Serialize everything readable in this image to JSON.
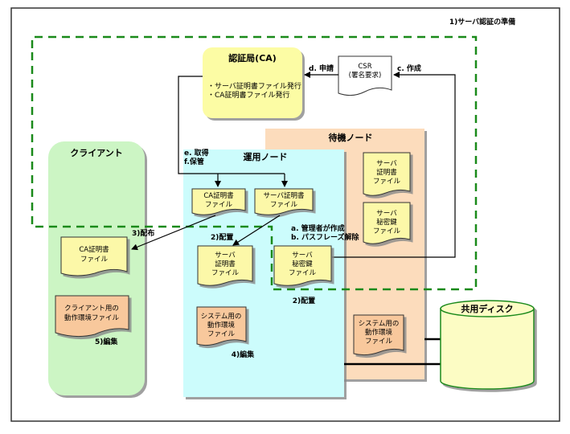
{
  "diagram": {
    "section_title": "1)サーバ認証の準備",
    "colors": {
      "dashed_border": "#1a8a1a",
      "client_bg": "#ccf5c4",
      "active_node_bg": "#ccfcfc",
      "standby_node_bg": "#fcdcbc",
      "doc_yellow": "#fcf8a8",
      "doc_orange": "#f8c89c",
      "ca_box_bg": "#fcfca4",
      "disk_bg": "#fcfcc4",
      "disk_border": "#1a8a1a"
    },
    "ca": {
      "title": "認証局(CA)",
      "lines": [
        "・サーバ証明書ファイル発行",
        "・CA証明書ファイル発行"
      ]
    },
    "csr": {
      "lines": [
        "CSR",
        "(署名要求)"
      ]
    },
    "steps": {
      "d": "d. 申請",
      "c": "c. 作成",
      "e": "e. 取得",
      "f": "f.保管",
      "a": "a. 管理者が作成",
      "b": "b. パスフレーズ解除",
      "distribute": "3)配布",
      "deploy_1": "2)配置",
      "deploy_2": "2)配置",
      "edit_4": "4)編集",
      "edit_5": "5)編集"
    },
    "client": {
      "title": "クライアント",
      "ca_cert": [
        "CA証明書",
        "ファイル"
      ],
      "env_file": [
        "クライアント用の",
        "動作環境ファイル"
      ]
    },
    "active_node": {
      "title": "運用ノード",
      "ca_cert": [
        "CA証明書",
        "ファイル"
      ],
      "server_cert_top": [
        "サーバ証明書",
        "ファイル"
      ],
      "server_cert": [
        "サーバ",
        "証明書",
        "ファイル"
      ],
      "server_key": [
        "サーバ",
        "秘密鍵",
        "ファイル"
      ],
      "env_file": [
        "システム用の",
        "動作環境",
        "ファイル"
      ]
    },
    "standby_node": {
      "title": "待機ノード",
      "server_cert": [
        "サーバ",
        "証明書",
        "ファイル"
      ],
      "server_key": [
        "サーバ",
        "秘密鍵",
        "ファイル"
      ],
      "env_file": [
        "システム用の",
        "動作環境",
        "ファイル"
      ]
    },
    "shared_disk": {
      "title": "共用ディスク"
    }
  }
}
